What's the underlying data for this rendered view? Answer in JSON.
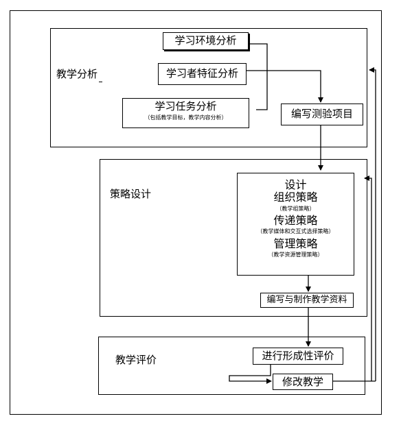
{
  "sections": {
    "analysis": "教学分析",
    "strategy": "策略设计",
    "evaluation": "教学评价"
  },
  "boxes": {
    "env": "学习环境分析",
    "learner": "学习者特征分析",
    "task": "学习任务分析",
    "task_note": "（包括教学目标，教学内容分析）",
    "test": "编写测验项目",
    "design": "设计",
    "org": "组织策略",
    "org_note": "（教学组策略）",
    "deliver": "传递策略",
    "deliver_note": "（教学媒体和交互式选择策略）",
    "manage": "管理策略",
    "manage_note": "（教学资源管理策略）",
    "materials": "编写与制作教学资料",
    "formative": "进行形成性评价",
    "revise": "修改教学"
  }
}
